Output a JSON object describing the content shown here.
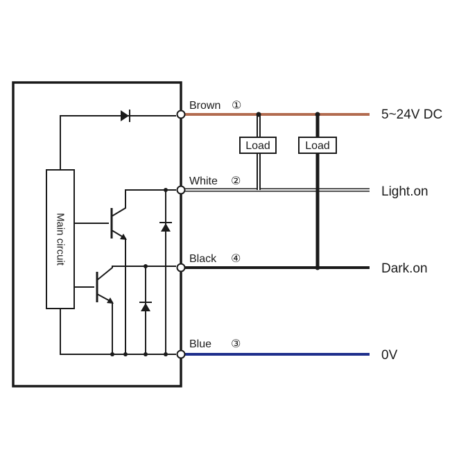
{
  "diagram": {
    "terminals": [
      {
        "wire": "Brown",
        "number": "①",
        "output": "5~24V DC",
        "color": "#b26b4f"
      },
      {
        "wire": "White",
        "number": "②",
        "output": "Light.on",
        "color": "#ffffff"
      },
      {
        "wire": "Black",
        "number": "④",
        "output": "Dark.on",
        "color": "#1a1a1a"
      },
      {
        "wire": "Blue",
        "number": "③",
        "output": "0V",
        "color": "#1e2f8c"
      }
    ],
    "loads": [
      "Load",
      "Load"
    ],
    "main_circuit_label": "Main circuit"
  }
}
